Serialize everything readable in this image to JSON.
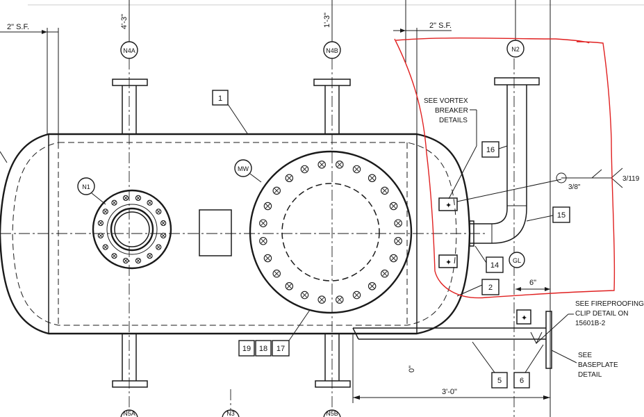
{
  "dimensions": {
    "sf_left": "2\" S.F.",
    "sf_right": "2\" S.F.",
    "n4a_height": "4'-3\"",
    "n4b_height": "1'-3\"",
    "dim_6in": "6\"",
    "dim_0in": "0\"",
    "dim_3ft": "3'-0\""
  },
  "nozzles": {
    "n4a": "N4A",
    "n4b": "N4B",
    "n2": "N2",
    "n1": "N1",
    "mw": "MW",
    "gl": "GL",
    "n5a_partial": "N5A",
    "n3_partial": "N3",
    "n5b_partial": "N5B"
  },
  "item_tags": {
    "t1": "1",
    "t2": "2",
    "t5": "5",
    "t6": "6",
    "t14": "14",
    "t15": "15",
    "t16": "16",
    "t17": "17",
    "t18": "18",
    "t19": "19"
  },
  "notes": {
    "vortex": [
      "SEE VORTEX",
      "BREAKER",
      "DETAILS"
    ],
    "fireproofing": [
      "SEE FIREPROOFING",
      "CLIP DETAIL ON",
      "15601B-2"
    ],
    "baseplate": [
      "SEE",
      "BASEPLATE",
      "DETAIL"
    ],
    "weld_size": "3/8\"",
    "weld_ref": "3/119"
  },
  "colors": {
    "line": "#1a1a1a",
    "revision_cloud": "#e02020",
    "background": "#ffffff"
  }
}
